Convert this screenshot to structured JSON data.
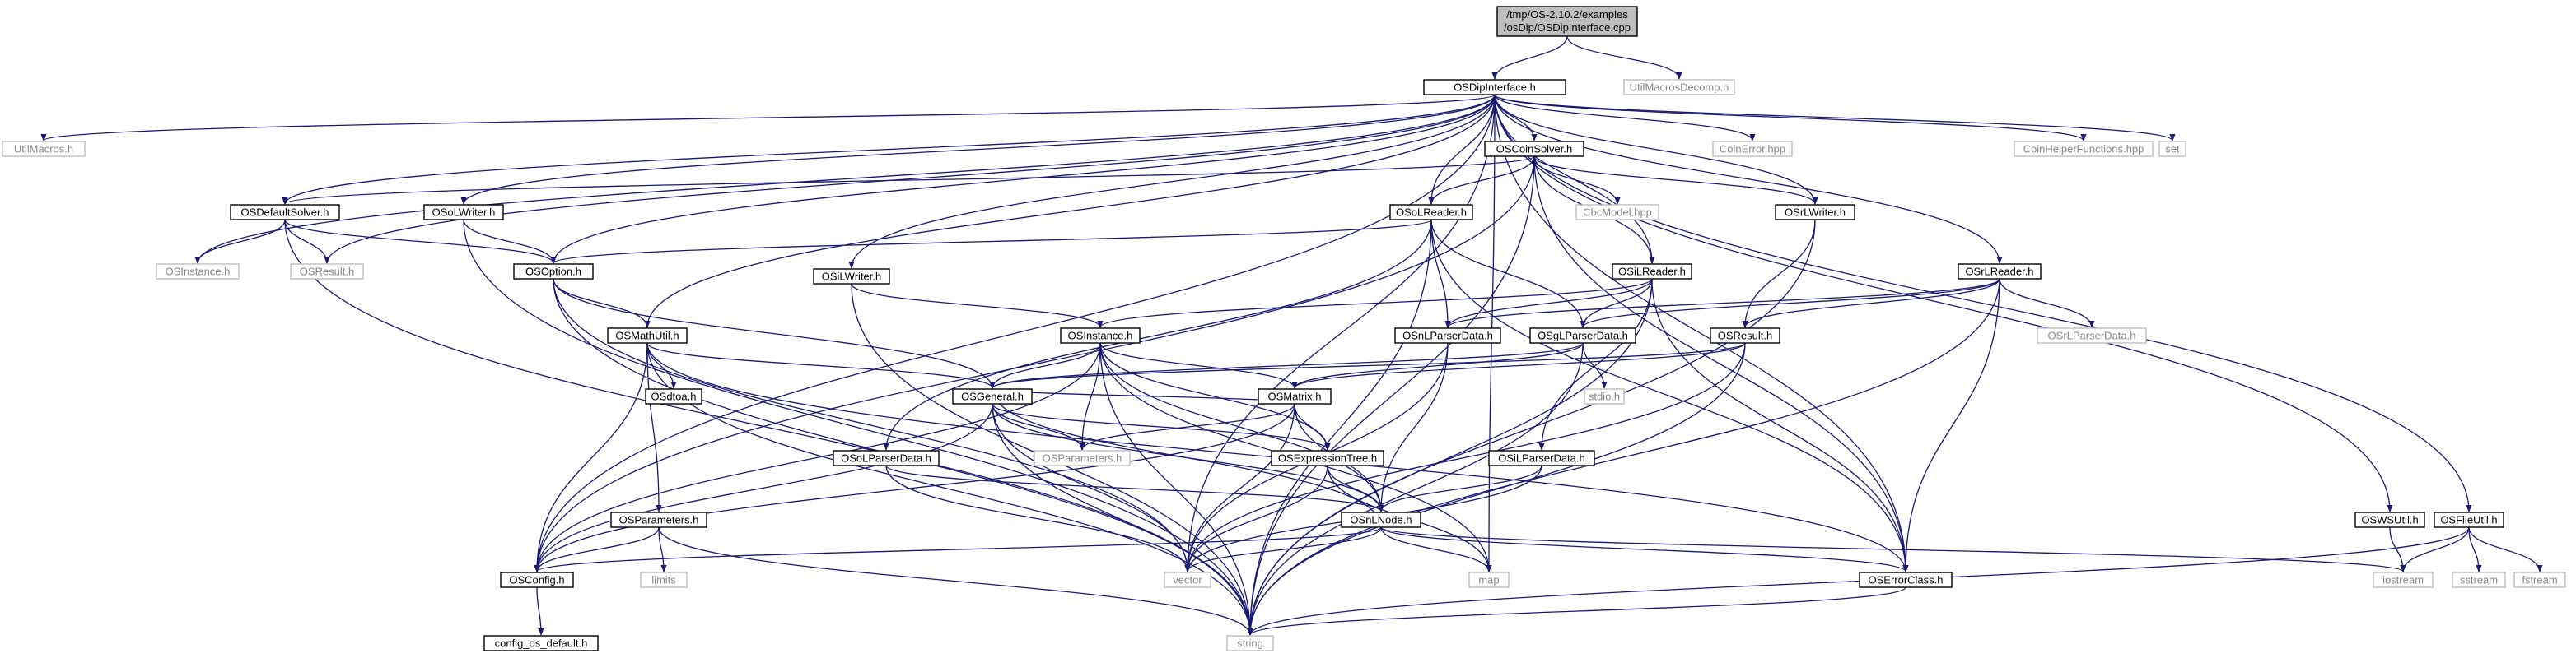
{
  "colors": {
    "edge": "#191970",
    "root_fill": "#bfbfbf",
    "border_dark": "#000000",
    "border_light": "#bfbfbf",
    "text_dark": "#000000",
    "text_light": "#888888"
  },
  "nodes": [
    {
      "id": "root",
      "label": "/tmp/OS-2.10.2/examples/osDip/OSDipInterface.cpp",
      "kind": "root"
    },
    {
      "id": "OSDipInterface",
      "label": "OSDipInterface.h",
      "kind": "node"
    },
    {
      "id": "UtilMacrosDecomp",
      "label": "UtilMacrosDecomp.h",
      "kind": "leaf"
    },
    {
      "id": "UtilMacros",
      "label": "UtilMacros.h",
      "kind": "leaf"
    },
    {
      "id": "OSCoinSolver",
      "label": "OSCoinSolver.h",
      "kind": "node"
    },
    {
      "id": "CoinError",
      "label": "CoinError.hpp",
      "kind": "leaf"
    },
    {
      "id": "CoinHelperFunctions",
      "label": "CoinHelperFunctions.hpp",
      "kind": "leaf"
    },
    {
      "id": "set",
      "label": "set",
      "kind": "leaf"
    },
    {
      "id": "OSDefaultSolver",
      "label": "OSDefaultSolver.h",
      "kind": "node"
    },
    {
      "id": "OSoLWriter",
      "label": "OSoLWriter.h",
      "kind": "node"
    },
    {
      "id": "OSoLReader",
      "label": "OSoLReader.h",
      "kind": "node"
    },
    {
      "id": "CbcModel",
      "label": "CbcModel.hpp",
      "kind": "leaf"
    },
    {
      "id": "OSrLWriter",
      "label": "OSrLWriter.h",
      "kind": "node"
    },
    {
      "id": "OSInstanceLeaf",
      "label": "OSInstance.h",
      "kind": "leaf"
    },
    {
      "id": "OSResultLeaf",
      "label": "OSResult.h",
      "kind": "leaf"
    },
    {
      "id": "OSOption",
      "label": "OSOption.h",
      "kind": "node"
    },
    {
      "id": "OSiLWriter",
      "label": "OSiLWriter.h",
      "kind": "node"
    },
    {
      "id": "OSiLReader",
      "label": "OSiLReader.h",
      "kind": "node"
    },
    {
      "id": "OSrLReader",
      "label": "OSrLReader.h",
      "kind": "node"
    },
    {
      "id": "OSnLParserData",
      "label": "OSnLParserData.h",
      "kind": "node"
    },
    {
      "id": "OSgLParserData",
      "label": "OSgLParserData.h",
      "kind": "node"
    },
    {
      "id": "OSResult",
      "label": "OSResult.h",
      "kind": "node"
    },
    {
      "id": "OSrLParserData",
      "label": "OSrLParserData.h",
      "kind": "leaf"
    },
    {
      "id": "OSMathUtil",
      "label": "OSMathUtil.h",
      "kind": "node"
    },
    {
      "id": "OSInstance",
      "label": "OSInstance.h",
      "kind": "node"
    },
    {
      "id": "OSdtoa",
      "label": "OSdtoa.h",
      "kind": "node"
    },
    {
      "id": "OSGeneral",
      "label": "OSGeneral.h",
      "kind": "node"
    },
    {
      "id": "OSMatrix",
      "label": "OSMatrix.h",
      "kind": "node"
    },
    {
      "id": "stdio",
      "label": "stdio.h",
      "kind": "leaf"
    },
    {
      "id": "OSParametersLeaf",
      "label": "OSParameters.h",
      "kind": "leaf"
    },
    {
      "id": "OSoLParserData",
      "label": "OSoLParserData.h",
      "kind": "node"
    },
    {
      "id": "OSExpressionTree",
      "label": "OSExpressionTree.h",
      "kind": "node"
    },
    {
      "id": "OSiLParserData",
      "label": "OSiLParserData.h",
      "kind": "node"
    },
    {
      "id": "OSParameters",
      "label": "OSParameters.h",
      "kind": "node"
    },
    {
      "id": "OSnLNode",
      "label": "OSnLNode.h",
      "kind": "node"
    },
    {
      "id": "OSConfig",
      "label": "OSConfig.h",
      "kind": "node"
    },
    {
      "id": "limits",
      "label": "limits",
      "kind": "leaf"
    },
    {
      "id": "vector",
      "label": "vector",
      "kind": "leaf"
    },
    {
      "id": "map",
      "label": "map",
      "kind": "leaf"
    },
    {
      "id": "OSErrorClass",
      "label": "OSErrorClass.h",
      "kind": "node"
    },
    {
      "id": "OSWSUtil",
      "label": "OSWSUtil.h",
      "kind": "node"
    },
    {
      "id": "OSFileUtil",
      "label": "OSFileUtil.h",
      "kind": "node"
    },
    {
      "id": "iostream",
      "label": "iostream",
      "kind": "leaf"
    },
    {
      "id": "sstream",
      "label": "sstream",
      "kind": "leaf"
    },
    {
      "id": "fstream",
      "label": "fstream",
      "kind": "leaf"
    },
    {
      "id": "config_os_default",
      "label": "config_os_default.h",
      "kind": "node"
    },
    {
      "id": "string",
      "label": "string",
      "kind": "leaf"
    }
  ],
  "edges": [
    [
      "root",
      "OSDipInterface"
    ],
    [
      "root",
      "UtilMacrosDecomp"
    ],
    [
      "OSDipInterface",
      "UtilMacros"
    ],
    [
      "OSDipInterface",
      "OSCoinSolver"
    ],
    [
      "OSDipInterface",
      "CoinError"
    ],
    [
      "OSDipInterface",
      "CoinHelperFunctions"
    ],
    [
      "OSDipInterface",
      "set"
    ],
    [
      "OSDipInterface",
      "OSDefaultSolver"
    ],
    [
      "OSDipInterface",
      "OSoLWriter"
    ],
    [
      "OSDipInterface",
      "OSoLReader"
    ],
    [
      "OSDipInterface",
      "OSrLWriter"
    ],
    [
      "OSDipInterface",
      "OSInstanceLeaf"
    ],
    [
      "OSDipInterface",
      "OSResultLeaf"
    ],
    [
      "OSDipInterface",
      "OSOption"
    ],
    [
      "OSDipInterface",
      "OSiLWriter"
    ],
    [
      "OSDipInterface",
      "OSiLReader"
    ],
    [
      "OSDipInterface",
      "OSrLReader"
    ],
    [
      "OSDipInterface",
      "OSMathUtil"
    ],
    [
      "OSDipInterface",
      "OSWSUtil"
    ],
    [
      "OSDipInterface",
      "OSFileUtil"
    ],
    [
      "OSDipInterface",
      "OSConfig"
    ],
    [
      "OSDipInterface",
      "vector"
    ],
    [
      "OSDipInterface",
      "map"
    ],
    [
      "OSDipInterface",
      "OSErrorClass"
    ],
    [
      "OSCoinSolver",
      "OSDefaultSolver"
    ],
    [
      "OSCoinSolver",
      "OSoLReader"
    ],
    [
      "OSCoinSolver",
      "CbcModel"
    ],
    [
      "OSCoinSolver",
      "OSrLWriter"
    ],
    [
      "OSCoinSolver",
      "OSiLReader"
    ],
    [
      "OSCoinSolver",
      "OSErrorClass"
    ],
    [
      "OSCoinSolver",
      "string"
    ],
    [
      "OSCoinSolver",
      "OSConfig"
    ],
    [
      "OSDefaultSolver",
      "OSInstanceLeaf"
    ],
    [
      "OSDefaultSolver",
      "OSResultLeaf"
    ],
    [
      "OSDefaultSolver",
      "OSOption"
    ],
    [
      "OSDefaultSolver",
      "string"
    ],
    [
      "OSoLWriter",
      "OSOption"
    ],
    [
      "OSoLWriter",
      "string"
    ],
    [
      "OSoLReader",
      "OSOption"
    ],
    [
      "OSoLReader",
      "OSnLParserData"
    ],
    [
      "OSoLReader",
      "OSgLParserData"
    ],
    [
      "OSoLReader",
      "OSoLParserData"
    ],
    [
      "OSoLReader",
      "OSErrorClass"
    ],
    [
      "OSoLReader",
      "string"
    ],
    [
      "OSrLWriter",
      "OSResult"
    ],
    [
      "OSrLWriter",
      "string"
    ],
    [
      "OSOption",
      "OSMathUtil"
    ],
    [
      "OSOption",
      "OSGeneral"
    ],
    [
      "OSOption",
      "vector"
    ],
    [
      "OSOption",
      "string"
    ],
    [
      "OSiLWriter",
      "OSInstance"
    ],
    [
      "OSiLWriter",
      "string"
    ],
    [
      "OSiLReader",
      "OSInstance"
    ],
    [
      "OSiLReader",
      "OSnLParserData"
    ],
    [
      "OSiLReader",
      "OSgLParserData"
    ],
    [
      "OSiLReader",
      "OSiLParserData"
    ],
    [
      "OSiLReader",
      "OSErrorClass"
    ],
    [
      "OSiLReader",
      "string"
    ],
    [
      "OSrLReader",
      "OSrLParserData"
    ],
    [
      "OSrLReader",
      "OSgLParserData"
    ],
    [
      "OSrLReader",
      "OSnLParserData"
    ],
    [
      "OSrLReader",
      "OSResult"
    ],
    [
      "OSrLReader",
      "OSErrorClass"
    ],
    [
      "OSrLReader",
      "string"
    ],
    [
      "OSnLParserData",
      "OSnLNode"
    ],
    [
      "OSnLParserData",
      "vector"
    ],
    [
      "OSgLParserData",
      "stdio"
    ],
    [
      "OSgLParserData",
      "OSGeneral"
    ],
    [
      "OSgLParserData",
      "OSMatrix"
    ],
    [
      "OSgLParserData",
      "string"
    ],
    [
      "OSResult",
      "OSGeneral"
    ],
    [
      "OSResult",
      "OSMatrix"
    ],
    [
      "OSResult",
      "vector"
    ],
    [
      "OSResult",
      "string"
    ],
    [
      "OSMathUtil",
      "OSdtoa"
    ],
    [
      "OSMathUtil",
      "OSGeneral"
    ],
    [
      "OSMathUtil",
      "OSParameters"
    ],
    [
      "OSMathUtil",
      "OSConfig"
    ],
    [
      "OSMathUtil",
      "string"
    ],
    [
      "OSMathUtil",
      "OSErrorClass"
    ],
    [
      "OSInstance",
      "OSGeneral"
    ],
    [
      "OSInstance",
      "OSMatrix"
    ],
    [
      "OSInstance",
      "OSExpressionTree"
    ],
    [
      "OSInstance",
      "OSnLNode"
    ],
    [
      "OSInstance",
      "OSParametersLeaf"
    ],
    [
      "OSInstance",
      "map"
    ],
    [
      "OSInstance",
      "OSConfig"
    ],
    [
      "OSInstance",
      "string"
    ],
    [
      "OSGeneral",
      "OSParametersLeaf"
    ],
    [
      "OSGeneral",
      "OSnLNode"
    ],
    [
      "OSGeneral",
      "OSConfig"
    ],
    [
      "OSGeneral",
      "vector"
    ],
    [
      "OSGeneral",
      "string"
    ],
    [
      "OSGeneral",
      "OSExpressionTree"
    ],
    [
      "OSMatrix",
      "OSGeneral"
    ],
    [
      "OSMatrix",
      "OSExpressionTree"
    ],
    [
      "OSMatrix",
      "OSnLNode"
    ],
    [
      "OSMatrix",
      "OSParametersLeaf"
    ],
    [
      "OSMatrix",
      "vector"
    ],
    [
      "OSMatrix",
      "OSConfig"
    ],
    [
      "OSoLParserData",
      "OSnLNode"
    ],
    [
      "OSoLParserData",
      "vector"
    ],
    [
      "OSExpressionTree",
      "OSnLNode"
    ],
    [
      "OSExpressionTree",
      "vector"
    ],
    [
      "OSExpressionTree",
      "map"
    ],
    [
      "OSiLParserData",
      "OSnLNode"
    ],
    [
      "OSiLParserData",
      "vector"
    ],
    [
      "OSParameters",
      "OSConfig"
    ],
    [
      "OSParameters",
      "limits"
    ],
    [
      "OSParameters",
      "string"
    ],
    [
      "OSnLNode",
      "OSConfig"
    ],
    [
      "OSnLNode",
      "vector"
    ],
    [
      "OSnLNode",
      "map"
    ],
    [
      "OSnLNode",
      "OSErrorClass"
    ],
    [
      "OSnLNode",
      "iostream"
    ],
    [
      "OSnLNode",
      "OSGeneral"
    ],
    [
      "OSConfig",
      "config_os_default"
    ],
    [
      "OSErrorClass",
      "string"
    ],
    [
      "OSWSUtil",
      "iostream"
    ],
    [
      "OSFileUtil",
      "iostream"
    ],
    [
      "OSFileUtil",
      "sstream"
    ],
    [
      "OSFileUtil",
      "fstream"
    ],
    [
      "OSFileUtil",
      "string"
    ]
  ]
}
